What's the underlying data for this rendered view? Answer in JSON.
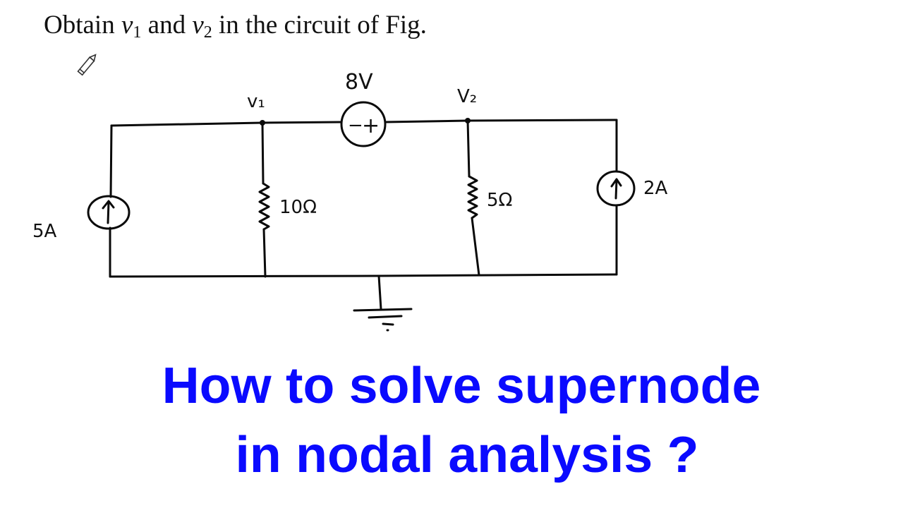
{
  "problem": {
    "text_before": "Obtain ",
    "var1": "v",
    "var1_sub": "1",
    "text_middle": " and ",
    "var2": "v",
    "var2_sub": "2",
    "text_after": " in the circuit of Fig."
  },
  "circuit": {
    "nodes": {
      "v1_label": "v₁",
      "v2_label": "V₂"
    },
    "components": {
      "voltage_source": {
        "value_label": "8V",
        "minus": "−",
        "plus": "+"
      },
      "current_source_left": {
        "value_label": "5A",
        "direction": "up"
      },
      "resistor_10": {
        "value_label": "10Ω"
      },
      "resistor_5": {
        "value_label": "5Ω"
      },
      "current_source_right": {
        "value_label": "2A",
        "direction": "up"
      },
      "ground": {
        "symbol": "ground"
      }
    }
  },
  "headline": {
    "line1": "How to solve supernode",
    "line2": "in nodal analysis ?"
  },
  "colors": {
    "headline": "#0a0aff",
    "ink": "#0a0a0a",
    "background": "#ffffff"
  },
  "cursor": {
    "icon": "pencil-icon"
  }
}
